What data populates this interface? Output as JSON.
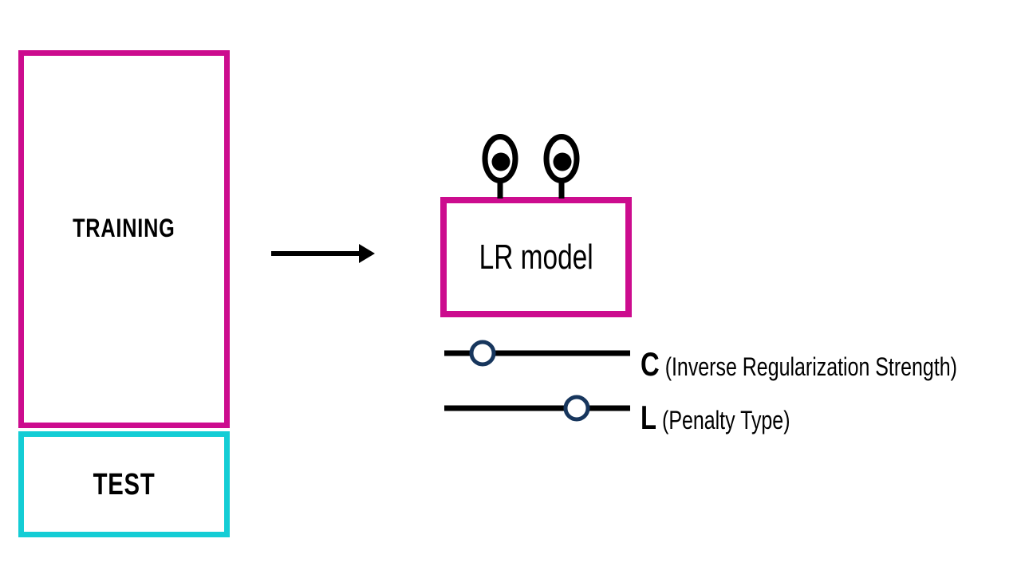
{
  "colors": {
    "magenta": "#CC0C8E",
    "cyan": "#14CDD5",
    "navy": "#17365D",
    "ink": "#000000",
    "paper": "#FFFFFF"
  },
  "boxes": {
    "training": {
      "label": "TRAINING",
      "border_color": "#CC0C8E"
    },
    "test": {
      "label": "TEST",
      "border_color": "#14CDD5"
    },
    "model": {
      "label": "LR model",
      "border_color": "#CC0C8E"
    }
  },
  "icons": {
    "arrow": "right-arrow-icon",
    "eyes": "googly-eye-icon",
    "eye_count": 2
  },
  "sliders": [
    {
      "key": "C",
      "description": "(Inverse Regularization Strength)",
      "value_percent": 21
    },
    {
      "key": "L",
      "description": "(Penalty Type)",
      "value_percent": 71
    }
  ]
}
